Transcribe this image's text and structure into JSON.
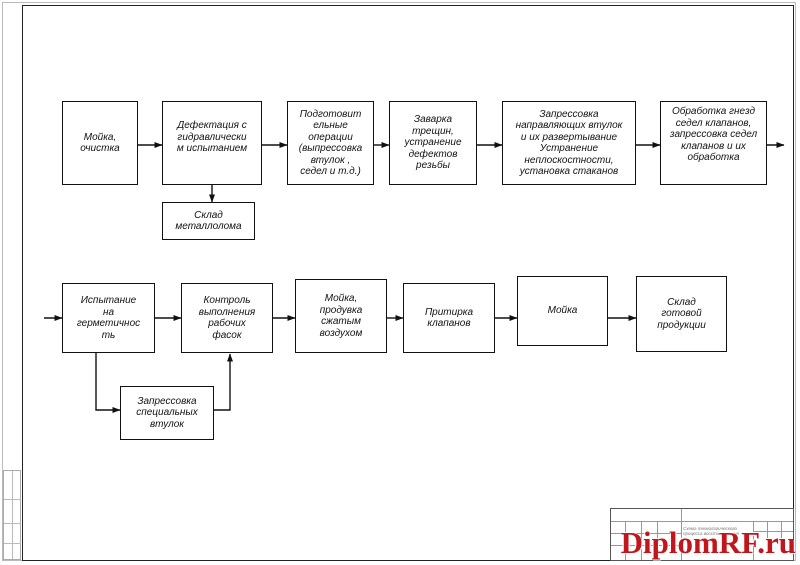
{
  "diagram": {
    "row1": [
      {
        "id": "washing",
        "label": "Мойка,\nочистка"
      },
      {
        "id": "defect",
        "label": "Дефектация с\nгидравлически\nм испытанием"
      },
      {
        "id": "prep",
        "label": "Подготовит\nельные\nоперации\n(выпрессовка\nвтулок ,\nседел и  т.д.)"
      },
      {
        "id": "weld",
        "label": "Заварка\nтрещин,\nустранение\nдефектов\nрезьбы"
      },
      {
        "id": "press",
        "label": "Запрессовка\nнаправляющих втулок\nи их развертывание\nУстранение\nнеплоскостности,\nустановка стаканов"
      },
      {
        "id": "machining",
        "label": "Обработка гнезд\nседел клапанов,\nзапрессовка седел\nклапанов и их\nобработка"
      }
    ],
    "scrap": {
      "id": "scrap",
      "label": "Склад\nметаллолома"
    },
    "row2": [
      {
        "id": "test",
        "label": "Испытание\nна\nгерметичнос\nть"
      },
      {
        "id": "control",
        "label": "Контроль\nвыполнения\nрабочих\nфасок"
      },
      {
        "id": "blow",
        "label": "Мойка,\nпродувка\nсжатым\nвоздухом"
      },
      {
        "id": "lapping",
        "label": "Притирка\nклапанов"
      },
      {
        "id": "wash2",
        "label": "Мойка"
      },
      {
        "id": "store",
        "label": "Склад\nготовой\nпродукции"
      }
    ],
    "special": {
      "id": "special",
      "label": "Запрессовка\nспециальных\nвтулок"
    }
  },
  "title_block": {
    "caption": "Схема технологического процесса восстановления"
  },
  "watermark": {
    "text": "DiplomRF.ru",
    "color": "#c2161d"
  }
}
